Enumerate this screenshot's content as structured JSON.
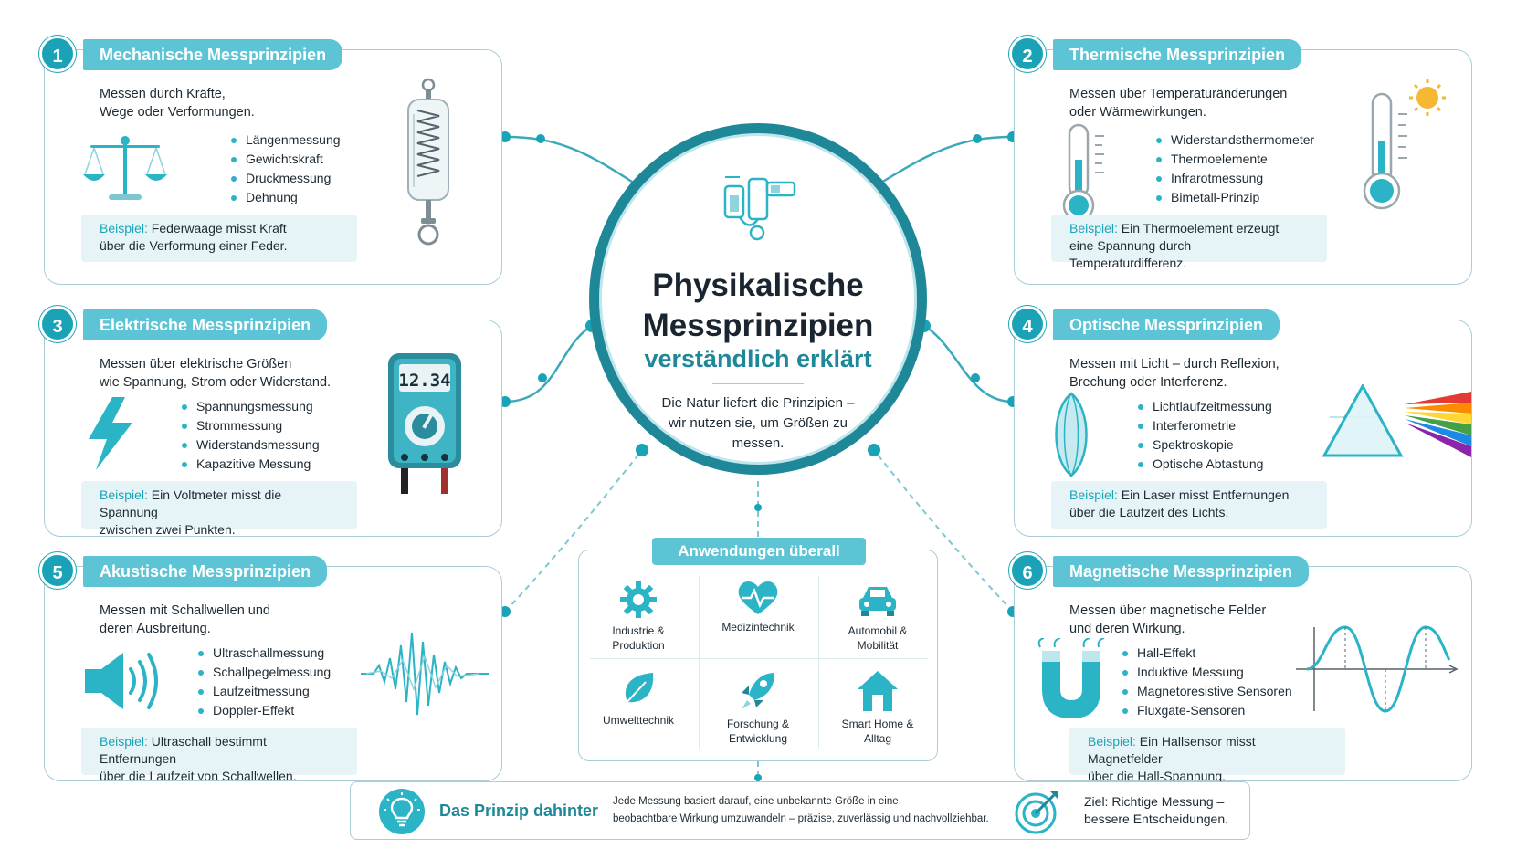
{
  "center": {
    "title_line1": "Physikalische",
    "title_line2": "Messprinzipien",
    "subtitle": "verständlich erklärt",
    "text": "Die Natur liefert die Prinzipien – wir nutzen sie, um Größen zu messen."
  },
  "cards": [
    {
      "number": "1",
      "title": "Mechanische Messprinzipien",
      "desc_line1": "Messen durch Kräfte,",
      "desc_line2": "Wege oder Verformungen.",
      "items": [
        "Längenmessung",
        "Gewichtskraft",
        "Druckmessung",
        "Dehnung"
      ],
      "example_label": "Beispiel:",
      "example_line1": " Federwaage misst Kraft",
      "example_line2": "über die Verformung einer Feder.",
      "icons": [
        "balance-scale-icon",
        "spring-scale-icon"
      ]
    },
    {
      "number": "2",
      "title": "Thermische Messprinzipien",
      "desc_line1": "Messen über Temperaturänderungen",
      "desc_line2": "oder Wärmewirkungen.",
      "items": [
        "Widerstandsthermometer",
        "Thermoelemente",
        "Infrarotmessung",
        "Bimetall-Prinzip"
      ],
      "example_label": "Beispiel:",
      "example_line1": " Ein Thermoelement erzeugt",
      "example_line2": "eine Spannung durch Temperaturdifferenz.",
      "icons": [
        "thermometer-icon",
        "thermometer-sun-icon"
      ]
    },
    {
      "number": "3",
      "title": "Elektrische Messprinzipien",
      "desc_line1": "Messen über elektrische Größen",
      "desc_line2": "wie Spannung, Strom oder Widerstand.",
      "items": [
        "Spannungsmessung",
        "Strommessung",
        "Widerstandsmessung",
        "Kapazitive Messung"
      ],
      "example_label": "Beispiel:",
      "example_line1": " Ein Voltmeter misst die Spannung",
      "example_line2": "zwischen zwei Punkten.",
      "display": "12.34",
      "icons": [
        "lightning-icon",
        "multimeter-icon"
      ]
    },
    {
      "number": "4",
      "title": "Optische Messprinzipien",
      "desc_line1": "Messen mit Licht – durch Reflexion,",
      "desc_line2": "Brechung oder Interferenz.",
      "items": [
        "Lichtlaufzeitmessung",
        "Interferometrie",
        "Spektroskopie",
        "Optische Abtastung"
      ],
      "example_label": "Beispiel:",
      "example_line1": " Ein Laser misst Entfernungen",
      "example_line2": "über die Laufzeit des Lichts.",
      "icons": [
        "lens-icon",
        "prism-icon"
      ]
    },
    {
      "number": "5",
      "title": "Akustische Messprinzipien",
      "desc_line1": "Messen mit Schallwellen und",
      "desc_line2": "deren Ausbreitung.",
      "items": [
        "Ultraschallmessung",
        "Schallpegelmessung",
        "Laufzeitmessung",
        "Doppler-Effekt"
      ],
      "example_label": "Beispiel:",
      "example_line1": " Ultraschall bestimmt Entfernungen",
      "example_line2": "über die Laufzeit von Schallwellen.",
      "icons": [
        "speaker-icon",
        "soundwave-icon"
      ]
    },
    {
      "number": "6",
      "title": "Magnetische Messprinzipien",
      "desc_line1": "Messen über magnetische Felder",
      "desc_line2": "und deren Wirkung.",
      "items": [
        "Hall-Effekt",
        "Induktive Messung",
        "Magnetoresistive Sensoren",
        "Fluxgate-Sensoren"
      ],
      "example_label": "Beispiel:",
      "example_line1": " Ein Hallsensor misst Magnetfelder",
      "example_line2": "über die Hall-Spannung.",
      "icons": [
        "magnet-icon",
        "sine-wave-icon"
      ]
    }
  ],
  "apps": {
    "title": "Anwendungen überall",
    "items": [
      {
        "line1": "Industrie &",
        "line2": "Produktion",
        "icon": "gear-icon"
      },
      {
        "line1": "Medizintechnik",
        "line2": "",
        "icon": "heart-pulse-icon"
      },
      {
        "line1": "Automobil &",
        "line2": "Mobilität",
        "icon": "car-icon"
      },
      {
        "line1": "Umwelttechnik",
        "line2": "",
        "icon": "leaf-icon"
      },
      {
        "line1": "Forschung &",
        "line2": "Entwicklung",
        "icon": "rocket-icon"
      },
      {
        "line1": "Smart Home &",
        "line2": "Alltag",
        "icon": "house-icon"
      }
    ]
  },
  "footer": {
    "title": "Das Prinzip dahinter",
    "text_line1": "Jede Messung basiert darauf, eine unbekannte Größe in eine",
    "text_line2": "beobachtbare Wirkung umzuwandeln – präzise, zuverlässig und nachvollziehbar.",
    "goal_line1": "Ziel: Richtige Messung –",
    "goal_line2": "bessere Entscheidungen.",
    "icons": [
      "lightbulb-icon",
      "target-icon"
    ]
  },
  "colors": {
    "accent": "#5cc4d4",
    "dark_teal": "#1e8898",
    "badge": "#1aa3b7",
    "card_border": "#a9cdd6",
    "example_bg": "#e6f4f7"
  }
}
